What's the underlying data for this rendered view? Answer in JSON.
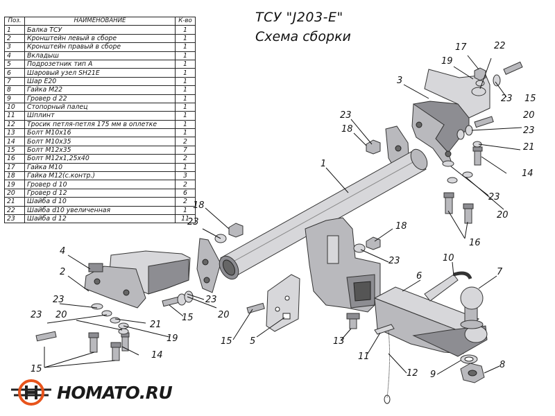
{
  "title": "ТСУ \"J203-E\"",
  "subtitle": "Схема сборки",
  "table": {
    "headers": [
      "Поз.",
      "НАИМЕНОВАНИЕ",
      "К-во"
    ],
    "rows": [
      [
        "1",
        "Балка ТСУ",
        "1"
      ],
      [
        "2",
        "Кронштейн левый в сборе",
        "1"
      ],
      [
        "3",
        "Кронштейн правый в сборе",
        "1"
      ],
      [
        "4",
        "Вкладыш",
        "1"
      ],
      [
        "5",
        "Подрозетник тип А",
        "1"
      ],
      [
        "6",
        "Шаровый узел SH21E",
        "1"
      ],
      [
        "7",
        "Шар Е20",
        "1"
      ],
      [
        "8",
        "Гайка М22",
        "1"
      ],
      [
        "9",
        "Гровер d 22",
        "1"
      ],
      [
        "10",
        "Стопорный палец",
        "1"
      ],
      [
        "11",
        "Шплинт",
        "1"
      ],
      [
        "12",
        "Тросик петля-петля 175 мм в оплетке",
        "1"
      ],
      [
        "13",
        "Болт М10х16",
        "1"
      ],
      [
        "14",
        "Болт М10х35",
        "2"
      ],
      [
        "15",
        "Болт М12х35",
        "7"
      ],
      [
        "16",
        "Болт М12х1,25х40",
        "2"
      ],
      [
        "17",
        "Гайка М10",
        "1"
      ],
      [
        "18",
        "Гайка М12(с.контр.)",
        "3"
      ],
      [
        "19",
        "Гровер d 10",
        "2"
      ],
      [
        "20",
        "Гровер d 12",
        "6"
      ],
      [
        "21",
        "Шайба d 10",
        "2"
      ],
      [
        "22",
        "Шайба d10 увеличенная",
        "1"
      ],
      [
        "23",
        "Шайба d 12",
        "11"
      ]
    ]
  },
  "callouts": [
    "1",
    "2",
    "3",
    "4",
    "5",
    "6",
    "7",
    "8",
    "9",
    "10",
    "11",
    "12",
    "13",
    "14",
    "14",
    "15",
    "15",
    "15",
    "15",
    "16",
    "17",
    "18",
    "18",
    "18",
    "19",
    "19",
    "20",
    "20",
    "20",
    "21",
    "21",
    "22",
    "23",
    "23",
    "23",
    "23",
    "23",
    "23",
    "23"
  ],
  "logo": {
    "text": "HOMATO.RU",
    "accent_color": "#e8541c",
    "dark_color": "#222222"
  }
}
